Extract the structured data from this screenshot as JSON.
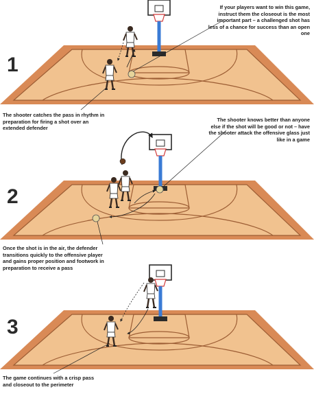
{
  "steps": [
    {
      "number": "1",
      "captions": {
        "top": "If your players want to win this game, instruct them the closeout is the most important part – a challenged shot has less of a chance for success than an open one",
        "bottom": "The shooter catches the pass in rhythm in preparation for firing a shot over an extended defender"
      }
    },
    {
      "number": "2",
      "captions": {
        "top": "The shooter knows better than anyone else if the shot will be good or not – have the shooter attack the offensive glass just like in a game",
        "bottom": "Once the shot is in the air, the defender transitions quickly to the offensive player and gains proper position and footwork in preparation to receive a pass"
      }
    },
    {
      "number": "3",
      "captions": {
        "bottom": "The game continues with a crisp pass and closeout to the perimeter"
      }
    }
  ],
  "colors": {
    "court_outer": "#d98a56",
    "court_inner": "#f1c28f",
    "lines": "#9c5d34",
    "ball": "#e6d49a",
    "text": "#1a1a1a"
  }
}
